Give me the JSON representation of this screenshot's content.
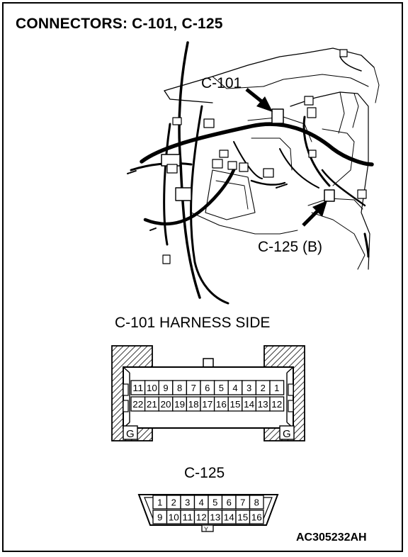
{
  "title": "CONNECTORS: C-101, C-125",
  "reference_code": "AC305232AH",
  "callouts": {
    "c101": "C-101",
    "c125": "C-125 (B)"
  },
  "c101_connector": {
    "heading": "C-101 HARNESS SIDE",
    "top_row": [
      "11",
      "10",
      "9",
      "8",
      "7",
      "6",
      "5",
      "4",
      "3",
      "2",
      "1"
    ],
    "bottom_row": [
      "22",
      "21",
      "20",
      "19",
      "18",
      "17",
      "16",
      "15",
      "14",
      "13",
      "12"
    ],
    "left_mark": "G",
    "right_mark": "G"
  },
  "c125_connector": {
    "heading": "C-125",
    "top_row": [
      "1",
      "2",
      "3",
      "4",
      "5",
      "6",
      "7",
      "8"
    ],
    "bottom_row": [
      "9",
      "10",
      "11",
      "12",
      "13",
      "14",
      "15",
      "16"
    ],
    "key_mark": "Y"
  },
  "colors": {
    "ink": "#000000",
    "paper": "#ffffff"
  }
}
